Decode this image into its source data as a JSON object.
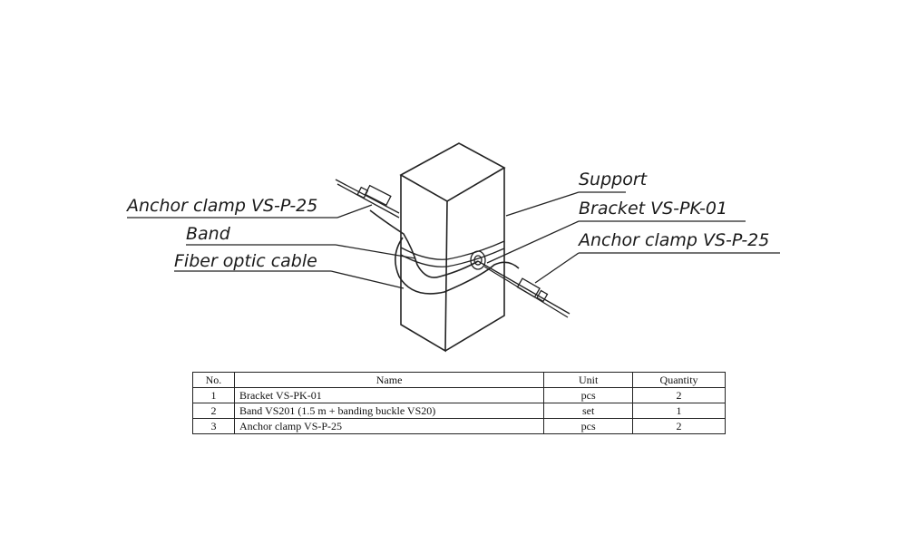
{
  "labels": {
    "anchor_clamp_left": "Anchor clamp VS-P-25",
    "band": "Band",
    "fiber_optic_cable": "Fiber optic cable",
    "support": "Support",
    "bracket": "Bracket VS-PK-01",
    "anchor_clamp_right": "Anchor clamp VS-P-25"
  },
  "table": {
    "headers": [
      "No.",
      "Name",
      "Unit",
      "Quantity"
    ],
    "rows": [
      {
        "no": "1",
        "name": "Bracket VS-PK-01",
        "unit": "pcs",
        "qty": "2"
      },
      {
        "no": "2",
        "name": "Band VS201 (1.5 m + banding buckle VS20)",
        "unit": "set",
        "qty": "1"
      },
      {
        "no": "3",
        "name": "Anchor clamp VS-P-25",
        "unit": "pcs",
        "qty": "2"
      }
    ]
  }
}
